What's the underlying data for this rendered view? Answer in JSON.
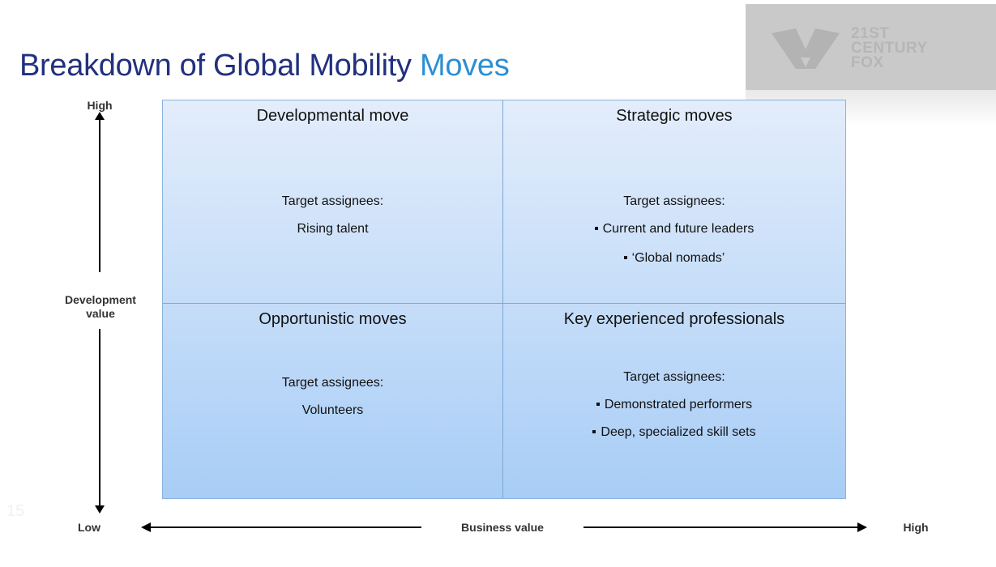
{
  "title": {
    "main": "Breakdown of Global Mobility",
    "accent": "Moves"
  },
  "logo": {
    "line1": "21ST",
    "line2": "CENTURY",
    "line3": "FOX"
  },
  "y_axis": {
    "high": "High",
    "label_line1": "Development",
    "label_line2": "value",
    "low": "Low"
  },
  "x_axis": {
    "label": "Business value",
    "high": "High"
  },
  "page_number": "15",
  "quadrants": {
    "top_left": {
      "title": "Developmental move",
      "subtitle": "Target assignees:",
      "items": [
        "Rising talent"
      ]
    },
    "top_right": {
      "title": "Strategic moves",
      "subtitle": "Target assignees:",
      "items": [
        "Current and future leaders",
        "‘Global nomads’"
      ]
    },
    "bottom_left": {
      "title": "Opportunistic moves",
      "subtitle": "Target assignees:",
      "items": [
        "Volunteers"
      ]
    },
    "bottom_right": {
      "title": "Key experienced professionals",
      "subtitle": "Target assignees:",
      "items": [
        "Demonstrated performers",
        "Deep, specialized skill sets"
      ]
    }
  },
  "colors": {
    "title": "#22307e",
    "accent": "#2c8fd4",
    "grid_top": "#e3edfb",
    "grid_bottom": "#a8cdf6"
  }
}
